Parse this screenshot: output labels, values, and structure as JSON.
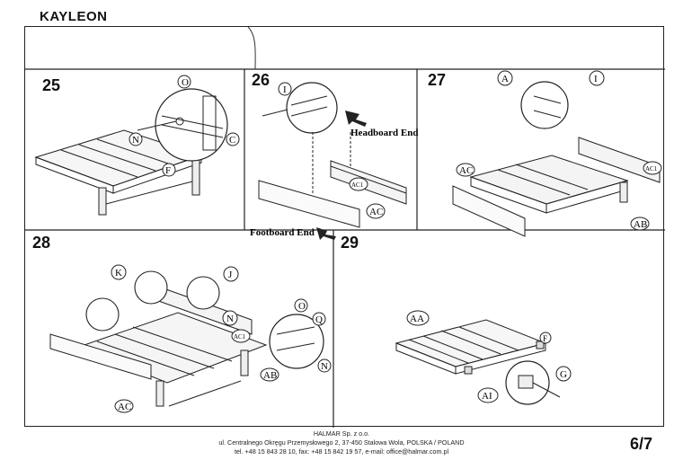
{
  "header": {
    "product": "KAYLEON"
  },
  "steps": [
    {
      "number": "25",
      "callouts": [
        "O",
        "N",
        "C",
        "F"
      ]
    },
    {
      "number": "26",
      "callouts": [
        "I",
        "AC1",
        "AC"
      ],
      "labels": [
        "Headboard End",
        "Footboard End"
      ]
    },
    {
      "number": "27",
      "callouts": [
        "A",
        "I",
        "AC",
        "AC1",
        "AB"
      ]
    },
    {
      "number": "28",
      "callouts": [
        "K",
        "J",
        "N",
        "AC1",
        "O",
        "Q",
        "N",
        "AB",
        "AC"
      ]
    },
    {
      "number": "29",
      "callouts": [
        "AA",
        "F",
        "G",
        "AI"
      ]
    }
  ],
  "footer": {
    "company": "HALMAR Sp. z o.o.",
    "address": "ul. Centralnego Okręgu Przemysłowego 2, 37-450 Stalowa Wola, POLSKA / POLAND",
    "contact": "tel. +48 15 843 28 10, fax: +48 15 842 19 57, e-mail: office@halmar.com.pl"
  },
  "page": {
    "number": "6/7"
  }
}
